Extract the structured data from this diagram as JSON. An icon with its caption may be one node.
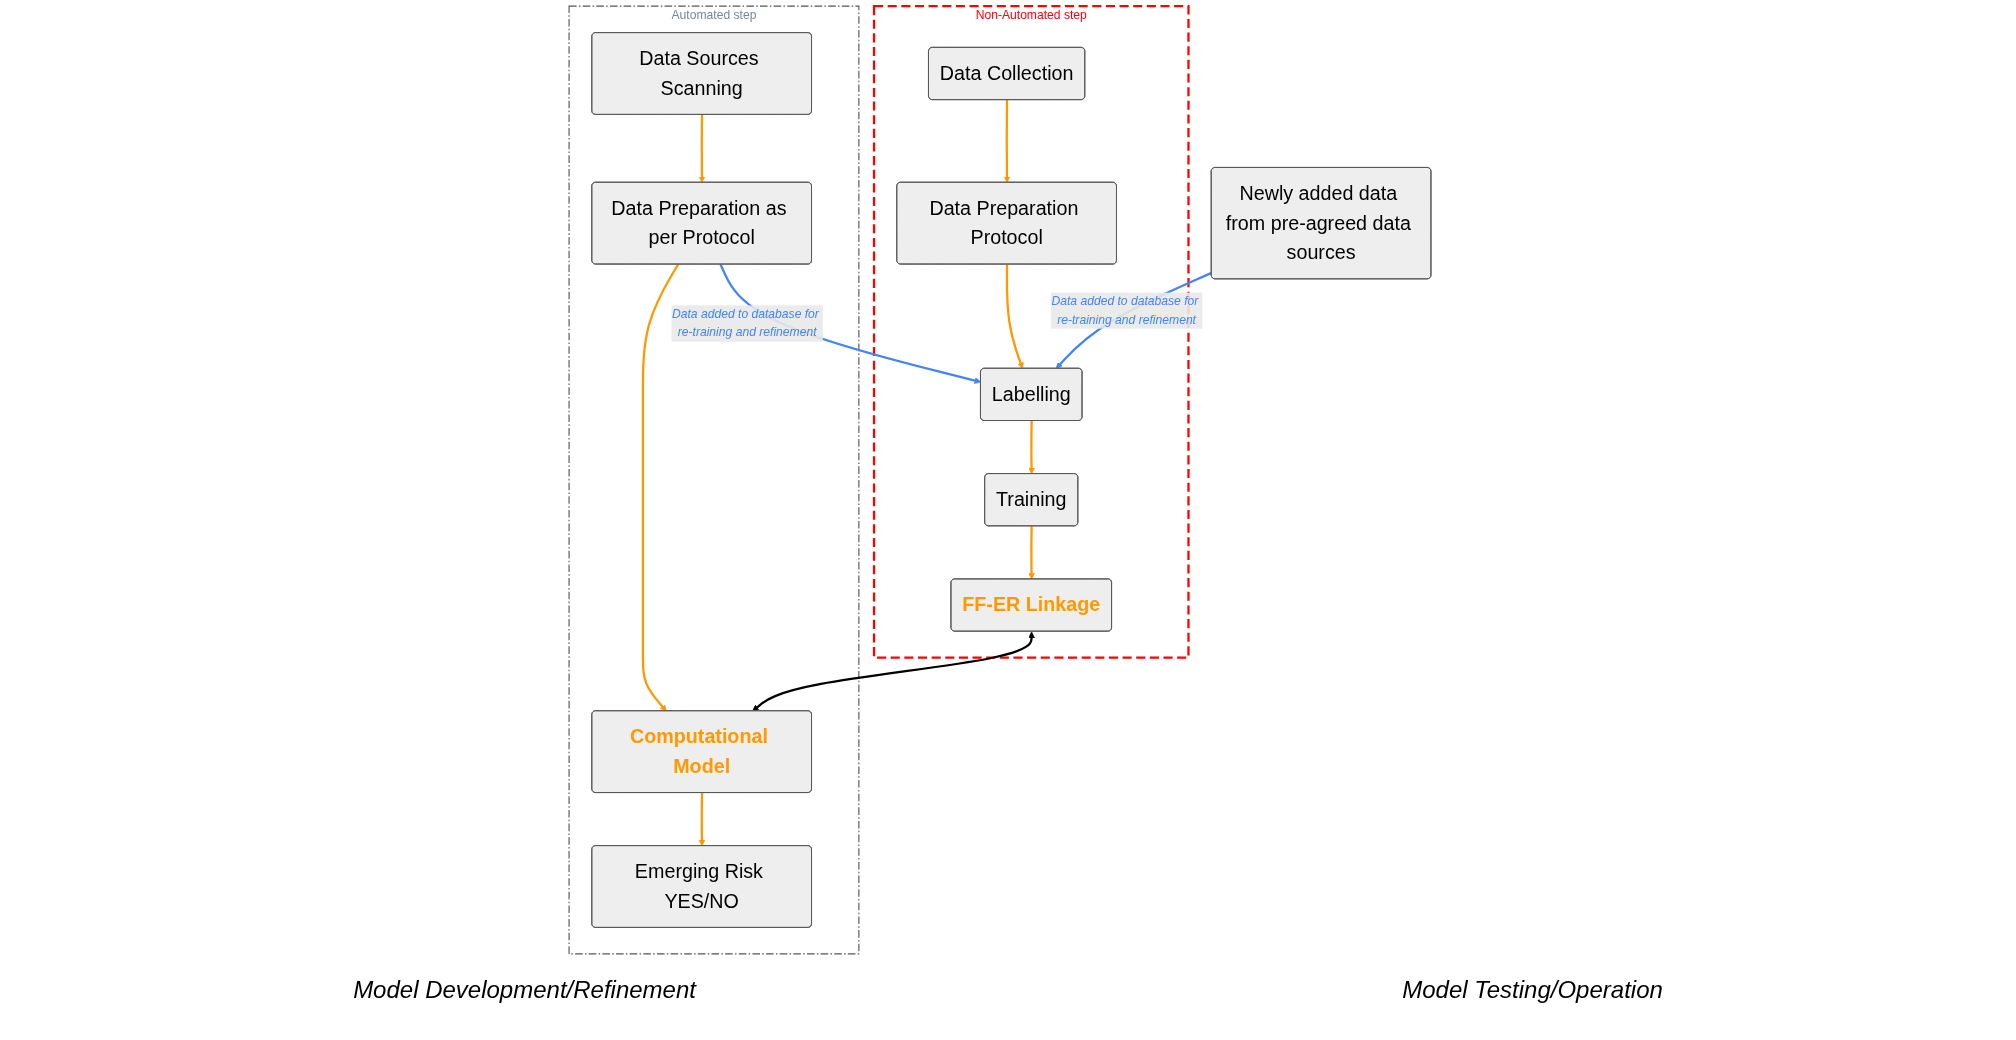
{
  "diagram": {
    "nodes": [
      {
        "text": [
          "Newly added data from pre-agreed data sources"
        ]
      },
      {
        "text": [
          "Non-Automated step"
        ]
      },
      {
        "text": [
          "Data Collection"
        ],
        "in": 1
      },
      {
        "text": [
          "Data Preparation Protocol"
        ],
        "in": 1
      },
      {
        "text": [
          "Labelling"
        ],
        "in": 1
      },
      {
        "text": [
          "Training"
        ],
        "in": 1
      },
      {
        "text": [
          "FF-ER Linkage"
        ],
        "in": 1
      },
      {
        "text": [
          "Automated step"
        ]
      },
      {
        "text": [
          "Data Sources Scanning"
        ],
        "in": 7
      },
      {
        "text": [
          "Data Preparation as per Protocol"
        ],
        "in": 7
      },
      {
        "text": [
          "Computational Model"
        ],
        "in": 7
      },
      {
        "text": [
          "Emerging Risk YES/NO"
        ],
        "in": 7
      }
    ],
    "edges": [
      {
        "from": 2,
        "to": 3,
        "arrow": "to"
      },
      {
        "from": 3,
        "to": 4,
        "arrow": "to"
      },
      {
        "from": 4,
        "to": 5,
        "arrow": "to"
      },
      {
        "from": 5,
        "to": 6,
        "arrow": "to"
      },
      {
        "from": 0,
        "to": 4,
        "arrow": "to",
        "color": "#4285f4",
        "label": "Data added to database for re-training and refinement"
      },
      {
        "from": 8,
        "to": 9,
        "arrow": "to"
      },
      {
        "from": 9,
        "to": 4,
        "arrow": "to",
        "color": "#4285f4",
        "label": "Data added to database for re-training and refinement"
      },
      {
        "from": 9,
        "to": 10,
        "arrow": "to"
      },
      {
        "from": 6,
        "to": 10,
        "arrow": "both",
        "color": "#000000"
      },
      {
        "from": 10,
        "to": 11,
        "arrow": "to"
      }
    ],
    "labels": [
      "Model Development/Refinement",
      "Model Testing/Operation"
    ]
  }
}
